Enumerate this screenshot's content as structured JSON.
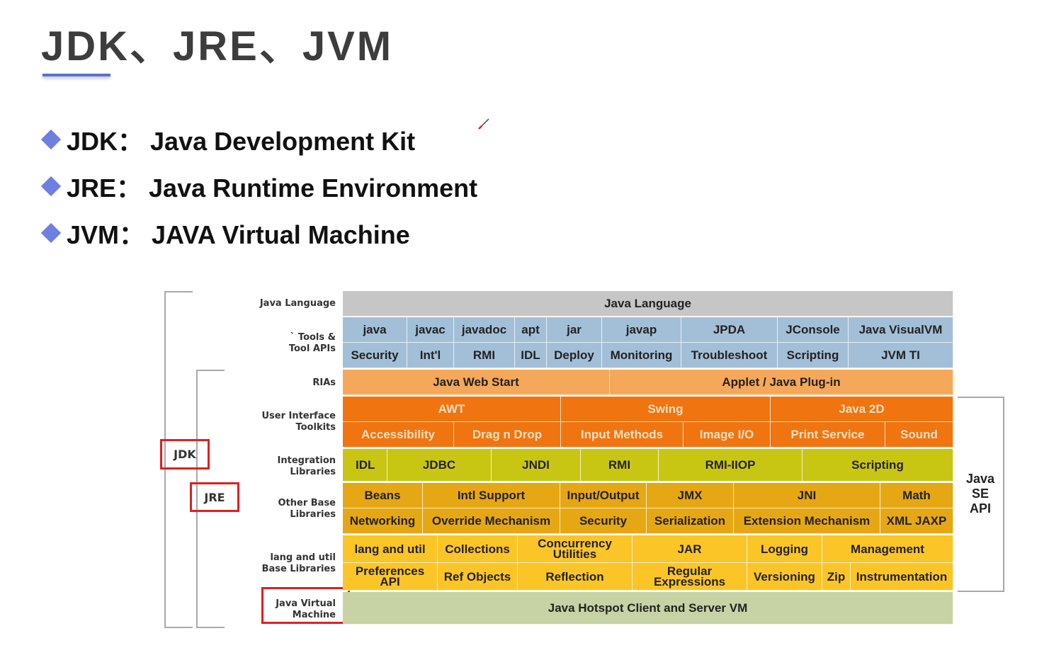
{
  "title": "JDK、JRE、JVM",
  "bullets": [
    {
      "text": "JDK：  Java Development Kit"
    },
    {
      "text": "JRE：  Java Runtime Environment"
    },
    {
      "text": "JVM：  JAVA Virtual Machine"
    }
  ],
  "diagram": {
    "row_labels": {
      "java_language": "Java Language",
      "tools": "` Tools &\nTool APIs",
      "rias": "RIAs",
      "ui_toolkits": "User Interface\nToolkits",
      "integration": "Integration\nLibraries",
      "other_base": "Other Base\nLibraries",
      "lang_util": "lang and util\nBase Libraries",
      "jvm": "Java Virtual\nMachine"
    },
    "java_language": "Java Language",
    "tools_row1": [
      "java",
      "javac",
      "javadoc",
      "apt",
      "jar",
      "javap",
      "JPDA",
      "JConsole",
      "Java VisualVM"
    ],
    "tools_row2": [
      "Security",
      "Int'l",
      "RMI",
      "IDL",
      "Deploy",
      "Monitoring",
      "Troubleshoot",
      "Scripting",
      "JVM TI"
    ],
    "rias": [
      "Java Web Start",
      "Applet / Java Plug-in"
    ],
    "ui_row1": [
      "AWT",
      "Swing",
      "Java 2D"
    ],
    "ui_row2": [
      "Accessibility",
      "Drag n Drop",
      "Input Methods",
      "Image I/O",
      "Print Service",
      "Sound"
    ],
    "integration": [
      "IDL",
      "JDBC",
      "JNDI",
      "RMI",
      "RMI-IIOP",
      "Scripting"
    ],
    "other_row1": [
      "Beans",
      "Intl Support",
      "Input/Output",
      "JMX",
      "JNI",
      "Math"
    ],
    "other_row2": [
      "Networking",
      "Override Mechanism",
      "Security",
      "Serialization",
      "Extension Mechanism",
      "XML JAXP"
    ],
    "lang_row1": [
      "lang and util",
      "Collections",
      "Concurrency\nUtilities",
      "JAR",
      "Logging",
      "Management"
    ],
    "lang_row2": [
      "Preferences\nAPI",
      "Ref Objects",
      "Reflection",
      "Regular\nExpressions",
      "Versioning",
      "Zip",
      "Instrumentation"
    ],
    "jvm": "Java Hotspot Client and Server VM",
    "labels": {
      "jdk": "JDK",
      "jre": "JRE",
      "java_se_api": "Java\nSE\nAPI"
    }
  },
  "colors": {
    "accent": "#6d7fe0",
    "highlight_box": "#e02020",
    "tools": "#a3bfd8",
    "rias": "#f5a85a",
    "ui": "#f07510",
    "integration": "#c9c613",
    "other_base": "#e5a713",
    "lang_util": "#fbc528",
    "vm": "#c7d3a4"
  }
}
